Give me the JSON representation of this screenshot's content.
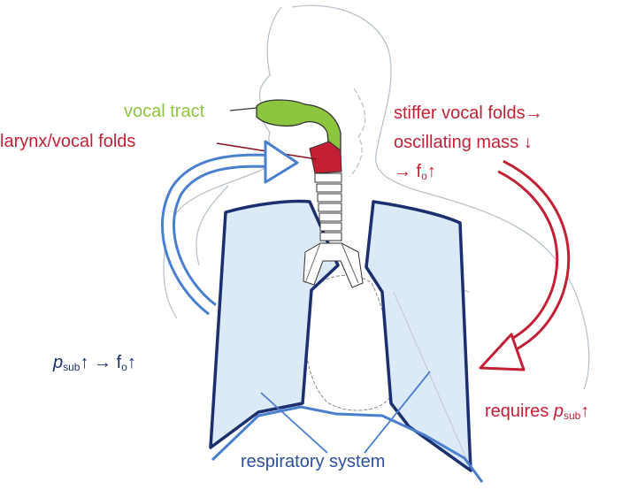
{
  "labels": {
    "vocal_tract": "vocal tract",
    "larynx": "larynx/vocal folds",
    "stiffer_line1": "stiffer vocal folds→",
    "stiffer_line2": "oscillating mass ↓",
    "stiffer_line3_prefix": "→ f",
    "stiffer_line3_sub": "o",
    "stiffer_line3_suffix": "↑",
    "psub_p": "p",
    "psub_sub": "sub",
    "psub_rest": "↑ → f",
    "psub_fo_sub": "o",
    "psub_end": "↑",
    "requires_prefix": "requires ",
    "requires_p": "p",
    "requires_sub": "sub",
    "requires_end": "↑",
    "respiratory": "respiratory system"
  },
  "colors": {
    "red": "#c42035",
    "green": "#8cc63f",
    "navy": "#1c2f6e",
    "arrow_blue": "#4a7fd0",
    "lung_fill": "#dceaf7"
  }
}
